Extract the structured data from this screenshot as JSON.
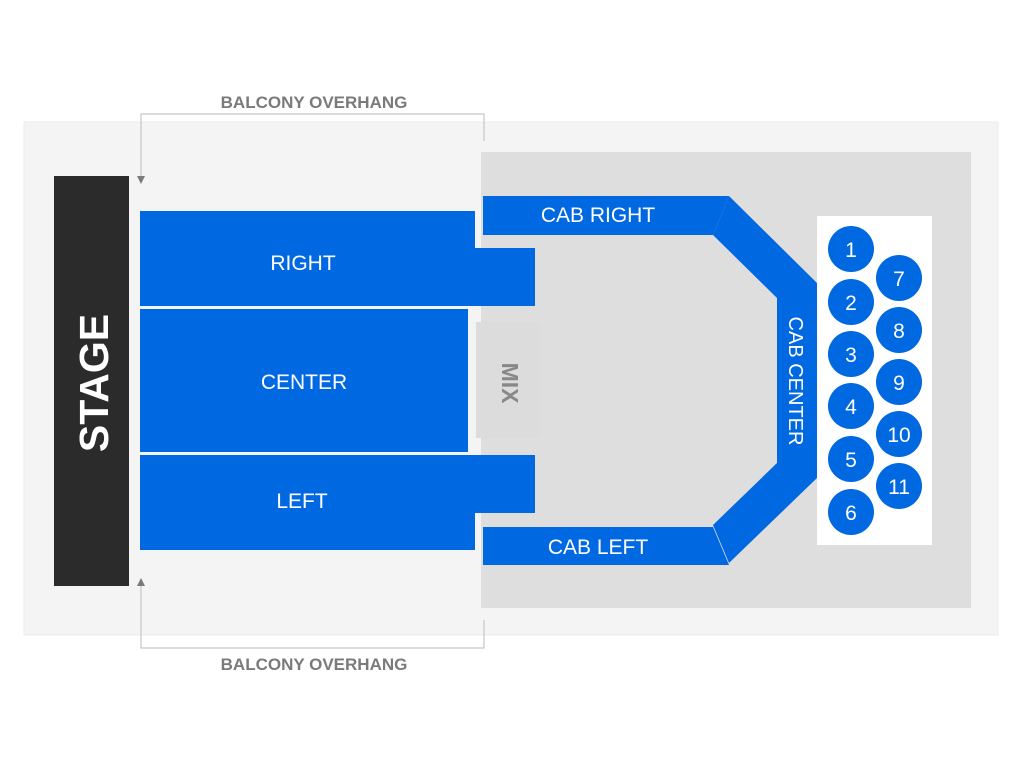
{
  "labels": {
    "balcony_top": "BALCONY OVERHANG",
    "balcony_bottom": "BALCONY OVERHANG",
    "stage": "STAGE",
    "mix": "MIX"
  },
  "sections": {
    "right": "RIGHT",
    "center": "CENTER",
    "left": "LEFT",
    "cab_right": "CAB RIGHT",
    "cab_center": "CAB CENTER",
    "cab_left": "CAB LEFT"
  },
  "tables": [
    "1",
    "2",
    "3",
    "4",
    "5",
    "6",
    "7",
    "8",
    "9",
    "10",
    "11"
  ],
  "colors": {
    "section_blue": "#0068e0",
    "stage_dark": "#2b2b2b",
    "venue_bg": "#f4f4f4",
    "cab_bg": "#dedede",
    "mix_bg": "#dcdcdc",
    "mix_text": "#888888",
    "label_gray": "#7a7a7a",
    "white": "#ffffff"
  }
}
